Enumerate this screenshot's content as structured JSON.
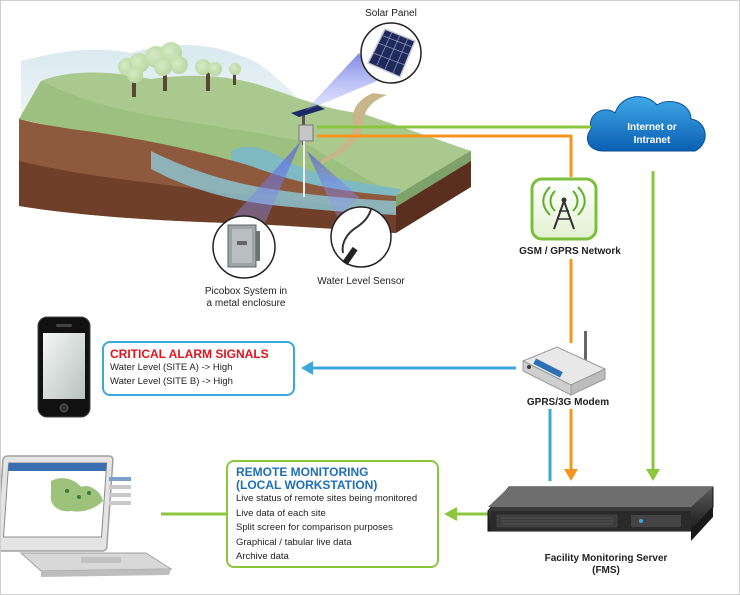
{
  "labels": {
    "solar_panel": "Solar Panel",
    "picobox_line1": "Picobox System in",
    "picobox_line2": "a metal enclosure",
    "water_sensor": "Water Level Sensor",
    "cloud_line1": "Internet or",
    "cloud_line2": "Intranet",
    "gsm": "GSM / GPRS Network",
    "modem": "GPRS/3G Modem",
    "server_line1": "Facility Monitoring Server",
    "server_line2": "(FMS)"
  },
  "alarm": {
    "title": "CRITICAL ALARM SIGNALS",
    "items": [
      "Water Level (SITE A) -> High",
      "Water Level (SITE B) -> High"
    ]
  },
  "remote": {
    "title": "REMOTE MONITORING\n(LOCAL WORKSTATION)",
    "items": [
      "Live status of remote sites being monitored",
      "Live data of each site",
      "Split screen for comparison purposes",
      "Graphical / tabular live data",
      "Archive data"
    ]
  },
  "colors": {
    "green_link": "#8cc63f",
    "orange_link": "#f7941d",
    "blue_link": "#3ba7db",
    "alarm_title": "#e3121b",
    "remote_title": "#1f6fb7"
  }
}
